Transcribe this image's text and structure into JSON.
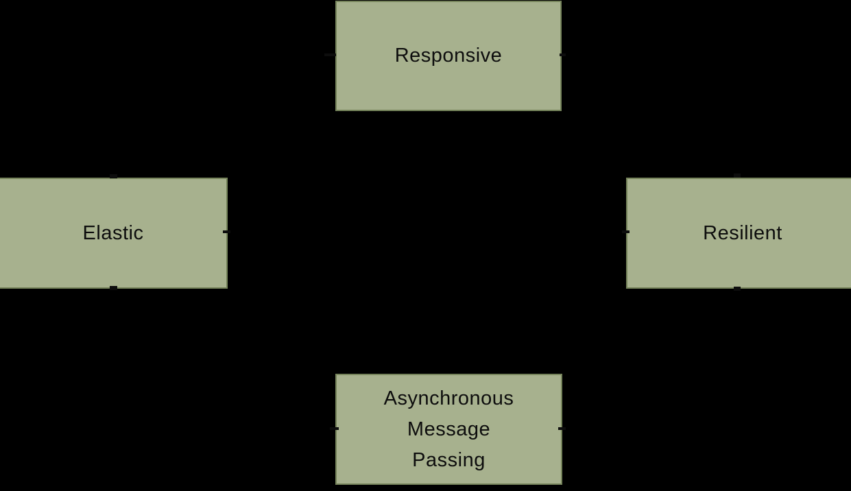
{
  "colors": {
    "background": "#000000",
    "node_fill": "#a7b18e",
    "node_border": "#75835a",
    "node_text": "#0d0d0d"
  },
  "diagram": {
    "type": "concept-diagram",
    "nodes": {
      "responsive": {
        "label": "Responsive",
        "position": "top"
      },
      "elastic": {
        "label": "Elastic",
        "position": "left"
      },
      "resilient": {
        "label": "Resilient",
        "position": "right"
      },
      "message_passing": {
        "label": "Asynchronous Message Passing",
        "lines": [
          "Asynchronous",
          "Message",
          "Passing"
        ],
        "position": "bottom"
      }
    },
    "connections": [
      {
        "from": "elastic",
        "to": "responsive"
      },
      {
        "from": "resilient",
        "to": "responsive"
      },
      {
        "from": "elastic",
        "to": "resilient"
      },
      {
        "from": "elastic",
        "to": "message_passing"
      },
      {
        "from": "resilient",
        "to": "message_passing"
      }
    ]
  }
}
